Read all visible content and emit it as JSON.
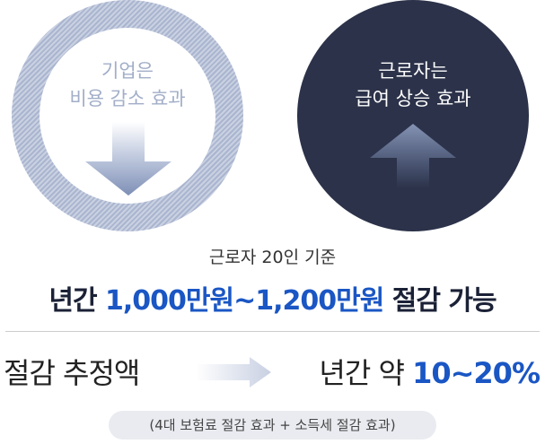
{
  "left_circle": {
    "line1": "기업은",
    "line2": "비용 감소 효과"
  },
  "right_circle": {
    "line1": "근로자는",
    "line2": "급여 상승 효과"
  },
  "basis": "근로자 20인 기준",
  "headline": {
    "prefix": "년간 ",
    "highlight": "1,000만원~1,200만원",
    "suffix": " 절감 가능"
  },
  "estimate": {
    "label": "절감 추정액",
    "value_prefix": "년간 약 ",
    "value_highlight": "10~20%"
  },
  "note": "(4대 보험료 절감 효과 + 소득세 절감 효과)",
  "icons": {
    "left_arrow": "arrow-down-icon",
    "right_arrow": "arrow-up-icon",
    "middle_arrow": "arrow-right-icon"
  },
  "colors": {
    "accent_blue": "#1a56c4",
    "dark_navy": "#2b3249",
    "light_ring": "#aab5cf"
  }
}
